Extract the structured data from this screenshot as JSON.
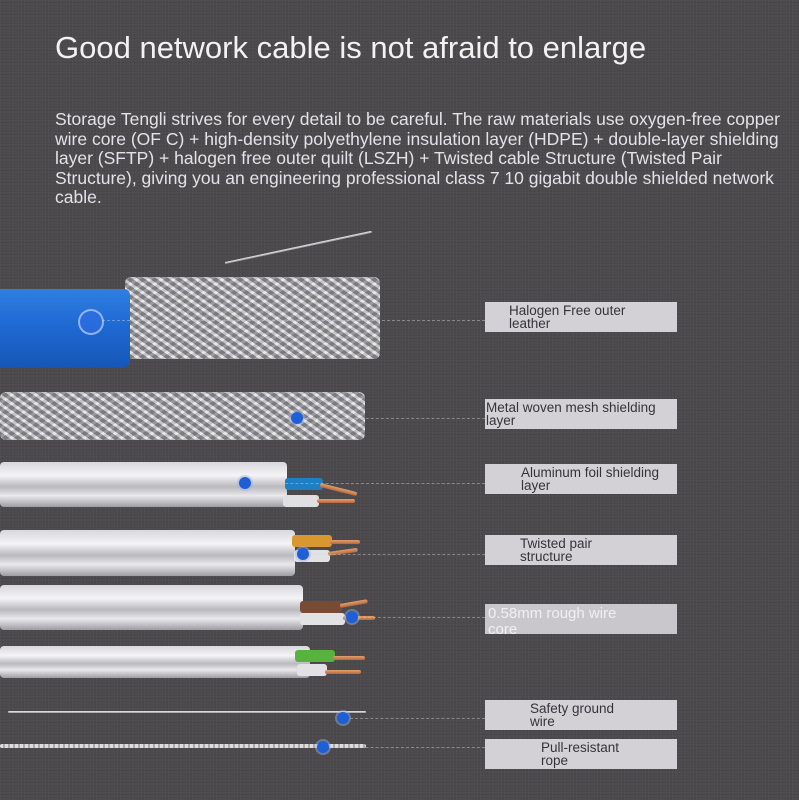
{
  "header": {
    "title": "Good network cable is not afraid to enlarge",
    "description": "Storage Tengli strives for every detail to be careful. The raw materials use oxygen-free copper wire core (OF C) + high-density polyethylene insulation layer (HDPE) + double-layer shielding layer (SFTP) + halogen free outer quilt (LSZH) + Twisted cable Structure (Twisted Pair Structure), giving you an engineering professional class 7 10 gigabit double shielded network cable."
  },
  "colors": {
    "background": "#4b494c",
    "label_bg": "#d3d1d6",
    "label_text": "#36343a",
    "marker_blue": "#1f5fd6",
    "jacket_blue": "#1f6ad4"
  },
  "layers": [
    {
      "label": "Halogen Free outer leather",
      "line1": "Halogen Free outer",
      "line2": "leather"
    },
    {
      "label": "Metal woven mesh shielding layer",
      "line1": "Metal woven mesh shielding",
      "line2": "layer"
    },
    {
      "label": "Aluminum foil shielding layer",
      "line1": "Aluminum foil shielding",
      "line2": "layer"
    },
    {
      "label": "Twisted pair structure",
      "line1": "Twisted pair",
      "line2": "structure"
    },
    {
      "label": "0.58mm rough wire core",
      "line1": "0.58mm rough wire",
      "line2": "core"
    },
    {
      "label": "Safety ground wire",
      "line1": "Safety ground",
      "line2": "wire"
    },
    {
      "label": "Pull-resistant rope",
      "line1": "Pull-resistant",
      "line2": "rope"
    }
  ]
}
